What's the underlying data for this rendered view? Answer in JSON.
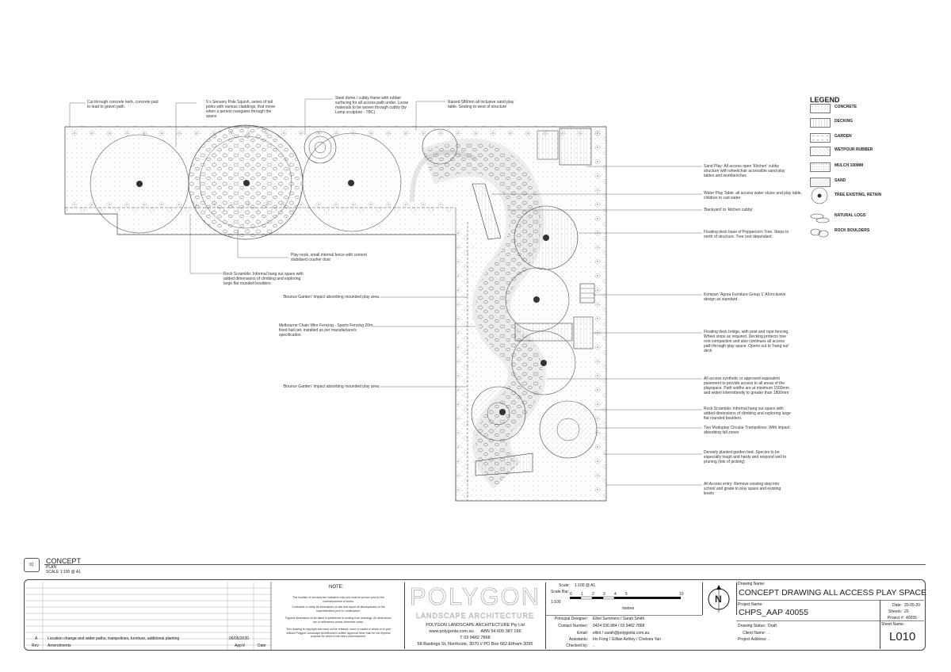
{
  "annotations_top": [
    {
      "text": "Cut through concrete kerb, concrete pad to lead to gravel path."
    },
    {
      "text": "9 x Sensory Pole Squish, series of tall poles with various claddings, that move when a person navigates through the space"
    },
    {
      "text": "Steel dome / cubby frame with rubber surfacing for all access path under. Loose materials to be woven through cubby (by Lump sculpture - TBC)"
    },
    {
      "text": "Raised 580mm all inclusive sand play table. Seating to west of structure"
    }
  ],
  "annotations_middle": [
    {
      "text": "Play nook, small internal fence with cement stabilised crusher dust"
    },
    {
      "text": "Rock Scramble: Informal hang out space with added dimensions of climbing and exploring large flat rounded boulders."
    },
    {
      "text": "'Bounce Garden' Impact absorbing mounded play area."
    },
    {
      "text": "Melbourne Chain Wire Fencing - Sports Fencing 20m fixed ball net, installed as per manufacturers specification."
    },
    {
      "text": "'Bounce Garden' Impact absorbing mounded play area."
    }
  ],
  "annotations_right": [
    {
      "text": "Sand Play: All access open 'Kitchen' cubby structure with wheelchair accessible sand play tables and workbenches"
    },
    {
      "text": "Water Play Table, all access water sluice and play table, children to cart water"
    },
    {
      "text": "'Backyard' to 'kitchen cubby'"
    },
    {
      "text": "Floating deck base of Peppercorn Tree. Steps to north of structure. Tree root dependant."
    },
    {
      "text": "Kompan 'Agora Furniture Group 1' All inclusive design as standard"
    },
    {
      "text": "Floating deck bridge, with post and rope fencing. Wheel stops as required. Decking protects tree root compaction and also continues all access path through play space. Opens out to 'hang out' deck"
    },
    {
      "text": "All access synthetic or approved equivalent pavement to provide access to all areas of the playspace. Path widths are at minimum 1500mm and widen intermittently to greater than 1800mm"
    },
    {
      "text": "Rock Scramble: Informal hang out space with added dimensions of climbing and exploring large flat rounded boulders."
    },
    {
      "text": "Two Moduplay Circular Trampolines. With impact absorbing fall zones"
    },
    {
      "text": "Densely planted garden bed. Species to be especially tough and hardy and respond well to pruning (lots of picking)"
    },
    {
      "text": "All Access entry: Remove existing step into school and grade to play space and existing levels"
    }
  ],
  "legend": {
    "title": "LEGEND",
    "items": [
      {
        "label": "CONCRETE",
        "icon": "concrete-hatch"
      },
      {
        "label": "DECKING",
        "icon": "decking-hatch"
      },
      {
        "label": "GARDEN",
        "icon": "garden-hatch"
      },
      {
        "label": "WETPOUR RUBBER",
        "icon": "rubber-hatch"
      },
      {
        "label": "MULCH 100MM",
        "icon": "mulch-hatch"
      },
      {
        "label": "SAND",
        "icon": "sand-hatch"
      },
      {
        "label": "TREE EXISTING, RETAIN",
        "icon": "tree-icon"
      },
      {
        "label": "NATURAL LOGS",
        "icon": "log-icon"
      },
      {
        "label": "ROCK BOULDERS",
        "icon": "boulder-icon"
      }
    ]
  },
  "drawing_label": {
    "number": "01",
    "title": "CONCEPT",
    "subtitle": "PLAN",
    "scale": "SCALE 1:100 @ A1"
  },
  "revisions": {
    "rows": [
      {
        "rev": "A",
        "amendment": "Location change and wider paths, trampolines, furniture, additional planting",
        "date": "06/05/2020"
      }
    ],
    "header": {
      "rev": "Rev",
      "amendments": "Amendments",
      "appd": "App'd",
      "date": "Date"
    }
  },
  "note": {
    "title": "NOTE:",
    "paragraphs": [
      "The location of services are indicative only and must be proven prior to the commencement of works.",
      "Contractor to verify all dimensions on site and report all discrepancies to the superintendent prior to construction.",
      "Figured dimensions to be taken in preference to scaling from drawings. All dimensions are in millimetres unless otherwise noted.",
      "This drawing is copyright and must not be retained, used or copied in whole or in part without Polygon Landscape Architecture's written approval other than for the express purpose for which it has been commissioned."
    ]
  },
  "company": {
    "logo": "POLYGON",
    "logo_sub": "LANDSCAPE ARCHITECTURE",
    "name": "POLYGON LANDSCAPE ARCHITECTURE Pty Ltd",
    "web": "www.polygonla.com.au      ABN 54 605 387 166",
    "phone": "T 03 9482 7868",
    "address": "58 Bastings St, Northcote, 3070 // PO Box 662 Eltham 3095"
  },
  "scale_block": {
    "scale_label": "Scale:",
    "scale_value": "1:100 @ A1",
    "bar_label": "Scale Bar:",
    "bar_ratio": "1:100",
    "ticks": [
      "0",
      "1",
      "2",
      "3",
      "4",
      "5",
      "10"
    ],
    "unit": "metres"
  },
  "contacts": [
    {
      "label": "Principal Designer:",
      "value": "Elliot Summers / Sarah Smith"
    },
    {
      "label": "Contact Number:",
      "value": "0424 036 884 / 03 9482 7868"
    },
    {
      "label": "Email:",
      "value": "elliot / sarah@polygonla.com.au"
    },
    {
      "label": "Assistants:",
      "value": "Iris Fong / Gillian Ashley / Chelsea Yan"
    },
    {
      "label": "Checked by:",
      "value": ".."
    }
  ],
  "north": "N",
  "drawing": {
    "name_label": "Drawing Name:",
    "name": "CONCEPT DRAWING ALL ACCESS PLAY SPACE",
    "project_label": "Project Name:",
    "project": "CHPS_AAP 40055",
    "date_label": "Date:",
    "date": "20-05-20",
    "sheets_label": "Sheets:",
    "sheets": "20",
    "project_no_label": "Project #:",
    "project_no": "40055",
    "sheet_name_label": "Sheet Name:",
    "sheet_name": "L010",
    "status_label": "Drawing Status:",
    "status": "Draft",
    "client_label": "Client Name:",
    "client": "..",
    "address_label": "Project Address:",
    "address": ".."
  },
  "colors": {
    "line": "#333333",
    "hatch": "#999999",
    "accent": "#111111"
  }
}
